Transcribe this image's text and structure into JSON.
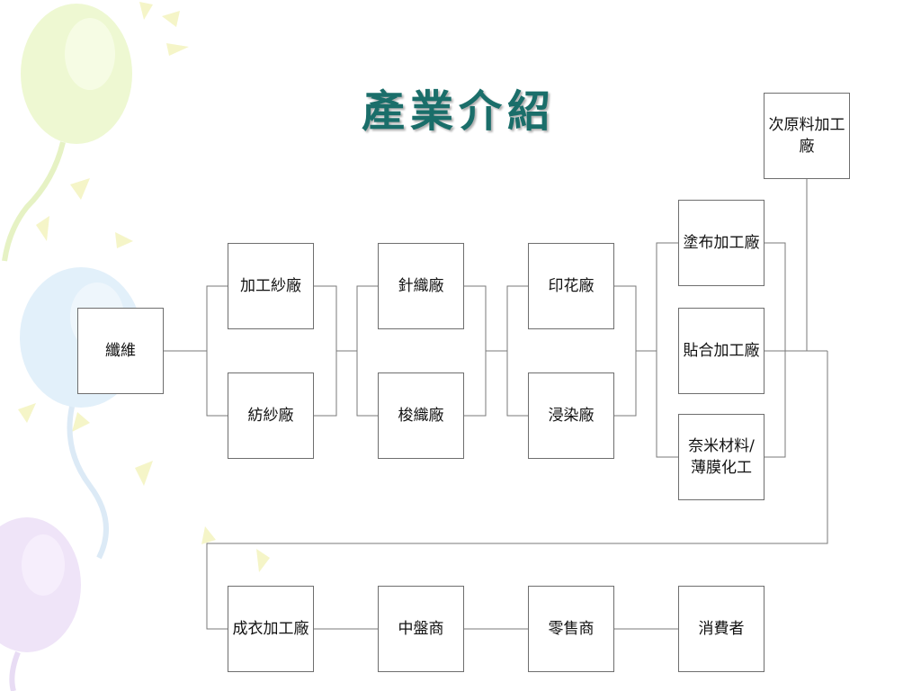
{
  "slide": {
    "title": "產業介紹"
  },
  "nodes": {
    "fiber": "纖維",
    "processed_yarn": "加工紗廠",
    "spinning": "紡紗廠",
    "knitting": "針織廠",
    "weaving": "梭織廠",
    "printing": "印花廠",
    "dyeing": "浸染廠",
    "coating": "塗布加工廠",
    "laminating": "貼合加工廠",
    "nano": "奈米材料/薄膜化工",
    "secondary": "次原料加工廠",
    "garment": "成衣加工廠",
    "wholesaler": "中盤商",
    "retailer": "零售商",
    "consumer": "消費者"
  },
  "colors": {
    "title": "#1a6e6a",
    "box_border": "#6e6e6e",
    "connector": "#7a7a7a",
    "balloon_green": "#eaf6c8",
    "balloon_blue": "#dcecf8",
    "balloon_purple": "#ece0f6",
    "ray_yellow": "#f4f4c4"
  }
}
